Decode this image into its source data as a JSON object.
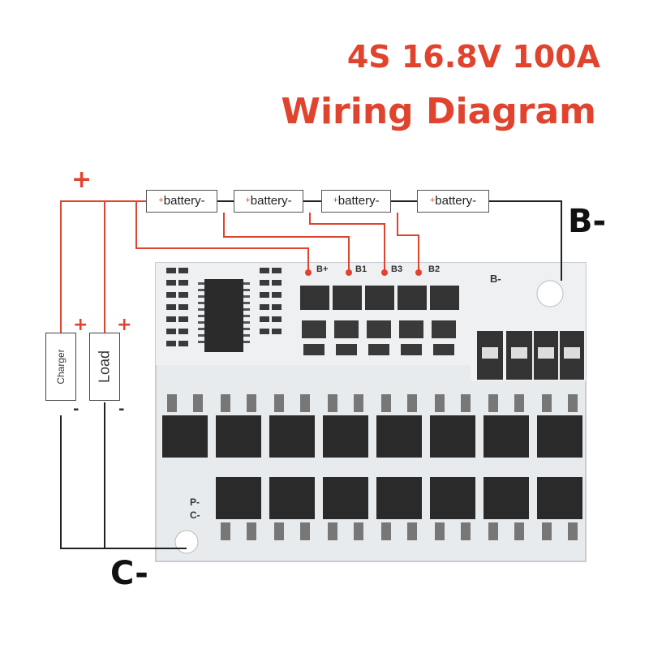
{
  "title": {
    "line1": "4S 16.8V 100A",
    "line2": "Wiring Diagram"
  },
  "batteries": [
    {
      "plus": "+",
      "label": "battery-"
    },
    {
      "plus": "+",
      "label": "battery-"
    },
    {
      "plus": "+",
      "label": "battery-"
    },
    {
      "plus": "+",
      "label": "battery-"
    }
  ],
  "terminals": {
    "b_minus": "B-",
    "c_minus": "C-"
  },
  "devices": {
    "charger": {
      "label": "Charger",
      "plus": "+",
      "minus": "-"
    },
    "load": {
      "label": "Load",
      "plus": "+",
      "minus": "-"
    }
  },
  "top_plus": "+",
  "pcb_labels": {
    "bplus": "B+",
    "b1": "B1",
    "b3": "B3",
    "b2": "B2",
    "b_minus": "B-",
    "p_minus": "P-",
    "c_minus": "C-"
  },
  "colors": {
    "accent": "#e0442e",
    "wire_red": "#e0442e",
    "wire_black": "#222222",
    "board": "#e9ecef",
    "mosfet": "#2a2a2a"
  }
}
